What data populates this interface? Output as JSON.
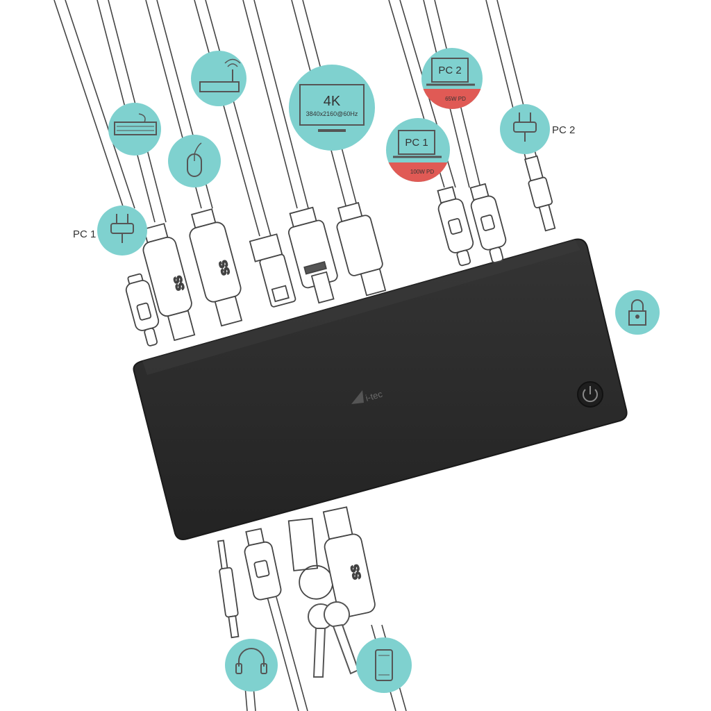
{
  "colors": {
    "accent": "#7fd1cf",
    "icon_stroke": "#555555",
    "device": "#2a2a2a",
    "pd_red": "#e05a55",
    "cable": "#444444"
  },
  "device": {
    "brand": "i-tec",
    "icons": [
      "power-button-icon"
    ]
  },
  "labels": {
    "pc1_power": "PC 1",
    "pc2_power": "PC 2",
    "pc1_laptop": "PC 1",
    "pc2_laptop": "PC 2",
    "pd_100w": "100W PD",
    "pd_65w": "65W PD",
    "monitor_res": "4K",
    "monitor_spec": "3840x2160@60Hz"
  },
  "top_icons": [
    "power-plug-icon",
    "keyboard-icon",
    "mouse-icon",
    "router-icon",
    "monitor-icon",
    "laptop-icon",
    "laptop-icon",
    "power-plug-icon"
  ],
  "side_icons": [
    "lock-icon"
  ],
  "bottom_icons": [
    "headset-icon",
    "smartphone-icon",
    "key-icon"
  ],
  "connectors_top": [
    "usb-c",
    "usb-a-3.0",
    "usb-a-3.0",
    "ethernet-rj45",
    "hdmi",
    "displayport",
    "usb-c",
    "usb-c",
    "dc-barrel"
  ],
  "connectors_bottom": [
    "audio-jack-3.5mm",
    "usb-c",
    "kensington-lock",
    "usb-a-3.0"
  ],
  "usb_logo_text": "SS"
}
